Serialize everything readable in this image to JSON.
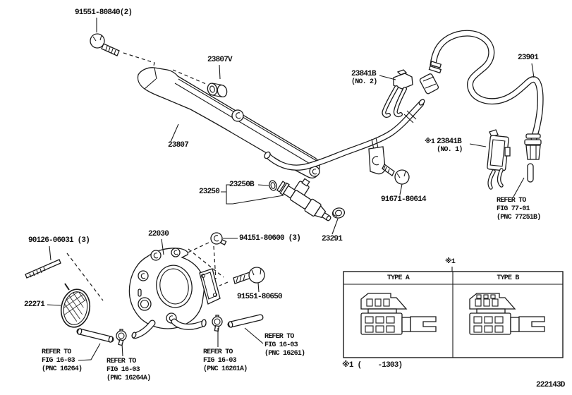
{
  "labels": {
    "rail_bolt": "91551-80840(2)",
    "rail_cap": "23807V",
    "fuel_rail": "23807",
    "clamp_no2_name": "23841B",
    "clamp_no2_note": "(NO. 2)",
    "fuel_hose": "23901",
    "clamp_no1_marker": "※1",
    "clamp_no1_name": "23841B",
    "clamp_no1_note": "(NO. 1)",
    "pipe_bolt": "91671-80614",
    "oring": "23250B",
    "injector": "23250",
    "grommet": "23291",
    "throttle_body": "22030",
    "stud_nut": "94151-80600 (3)",
    "tb_bolt": "91551-80650",
    "stud": "90126-06031 (3)",
    "screen": "22271"
  },
  "refer": {
    "fig_7701": "REFER TO\nFIG 77-01\n(PNC 77251B)",
    "fig_16264": "REFER TO\nFIG 16-03\n(PNC 16264)",
    "fig_16264a": "REFER TO\nFIG 16-03\n(PNC 16264A)",
    "fig_16261a": "REFER TO\nFIG 16-03\n(PNC 16261A)",
    "fig_16261": "REFER TO\nFIG 16-03\n(PNC 16261)"
  },
  "variant_table": {
    "marker": "※1",
    "type_a": "TYPE A",
    "type_b": "TYPE B"
  },
  "footnote": "※1 (    -1303)",
  "drawing_number": "222143D"
}
